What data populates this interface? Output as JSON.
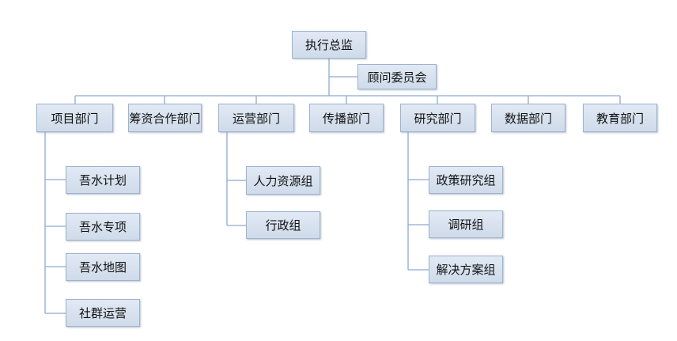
{
  "root": {
    "label": "执行总监"
  },
  "advisory": {
    "label": "顾问委员会"
  },
  "departments": [
    {
      "label": "项目部门",
      "children": [
        "吾水计划",
        "吾水专项",
        "吾水地图",
        "社群运营"
      ]
    },
    {
      "label": "筹资合作部门",
      "children": []
    },
    {
      "label": "运营部门",
      "children": [
        "人力资源组",
        "行政组"
      ]
    },
    {
      "label": "传播部门",
      "children": []
    },
    {
      "label": "研究部门",
      "children": [
        "政策研究组",
        "调研组",
        "解决方案组"
      ]
    },
    {
      "label": "数据部门",
      "children": []
    },
    {
      "label": "教育部门",
      "children": []
    }
  ],
  "colors": {
    "line": "#8eaad0",
    "box_border": "#9fb3cd"
  }
}
